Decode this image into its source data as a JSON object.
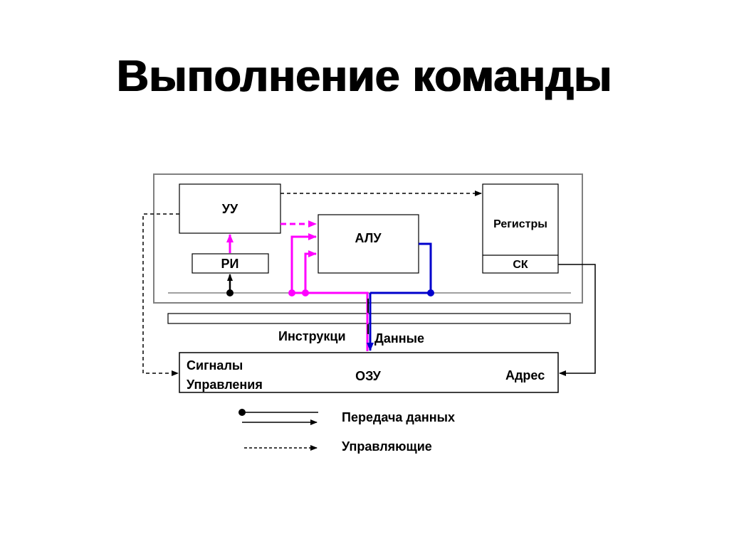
{
  "title": "Выполнение команды",
  "blocks": {
    "cu": "УУ",
    "alu": "АЛУ",
    "ir": "РИ",
    "registers": "Регистры",
    "pc": "СК",
    "ram": "ОЗУ"
  },
  "labels": {
    "instructions": "Инструкци",
    "data": "Данные",
    "control_signals_1": "Сигналы",
    "control_signals_2": "Управления",
    "address": "Адрес"
  },
  "legend": {
    "data_transfer": "Передача данных",
    "control": "Управляющие"
  },
  "colors": {
    "instruction_path": "#ff00ff",
    "data_path": "#0000cc",
    "frame": "#808080"
  }
}
